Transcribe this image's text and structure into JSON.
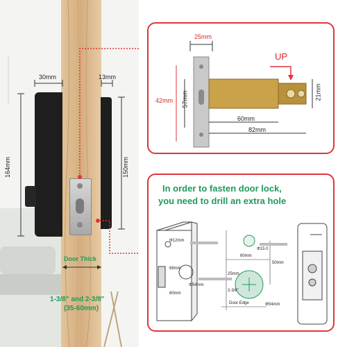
{
  "left": {
    "dims": {
      "depth_front": "30mm",
      "depth_back": "13mm",
      "height_front": "164mm",
      "height_back": "150mm"
    },
    "door_thick_label": "Door Thick",
    "door_range_label": "1-3/8\" and 2-3/8\"",
    "door_range_mm": "(35-60mm)"
  },
  "latch_panel": {
    "width_plate": "25mm",
    "plate_height": "57mm",
    "outer_height": "42mm",
    "backset_short": "60mm",
    "backset_long": "82mm",
    "bolt_height": "21mm",
    "up_label": "UP"
  },
  "drill_panel": {
    "heading_line1": "In order to fasten door lock,",
    "heading_line2": "you need to drill an extra hole",
    "hole_small": "Φ12mm",
    "hole_main": "Φ54mm",
    "edge_offset": "68mm",
    "edge_offset2": "60mm",
    "center_dist": "60mm",
    "vert_dist": "50mm",
    "small_gap": "25mm",
    "backset_note": "2-3/8\"",
    "door_edge_label": "Door Edge",
    "hole_15": "Φ15.0",
    "hole_54b": "Φ54mm"
  },
  "colors": {
    "accent_red": "#e0343b",
    "heading_green": "#1f9a5a",
    "wood": "#d9b88f"
  }
}
